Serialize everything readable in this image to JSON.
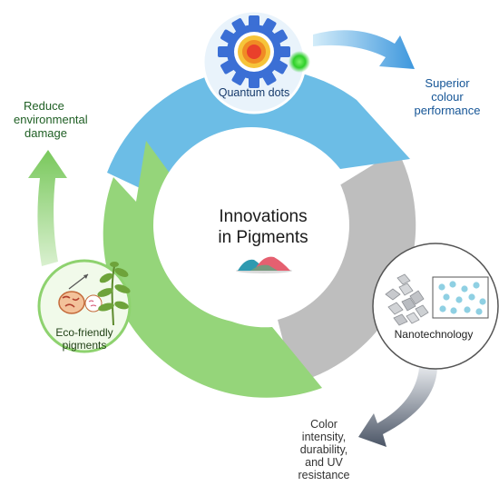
{
  "center": {
    "title_line1": "Innovations",
    "title_line2": "in Pigments"
  },
  "nodes": {
    "quantum": {
      "label": "Quantum dots"
    },
    "eco": {
      "label_line1": "Eco-friendly",
      "label_line2": "pigments"
    },
    "nano": {
      "label": "Nanotechnology"
    }
  },
  "outcomes": {
    "quantum": {
      "line1": "Superior",
      "line2": "colour",
      "line3": "performance"
    },
    "eco": {
      "line1": "Reduce",
      "line2": "environmental",
      "line3": "damage"
    },
    "nano": {
      "line1": "Color",
      "line2": "intensity,",
      "line3": "durability,",
      "line4": "and UV",
      "line5": "resistance"
    }
  },
  "colors": {
    "blue_segment": "#6cbde6",
    "grey_segment": "#bebebe",
    "green_segment": "#95d57a",
    "quantum_text": "#163a6b",
    "outcome_blue": "#155596",
    "outcome_green": "#1f5f24",
    "outcome_dark": "#333333",
    "arrow_nano": "#4b5566"
  }
}
